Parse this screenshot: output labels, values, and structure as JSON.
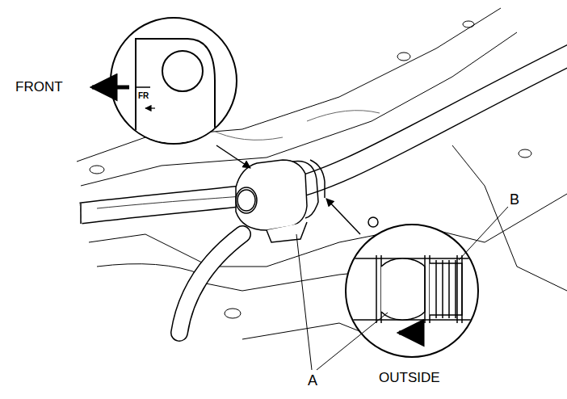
{
  "diagram": {
    "labels": [
      "FRONT",
      "FR",
      "B",
      "A",
      "OUTSIDE"
    ]
  }
}
